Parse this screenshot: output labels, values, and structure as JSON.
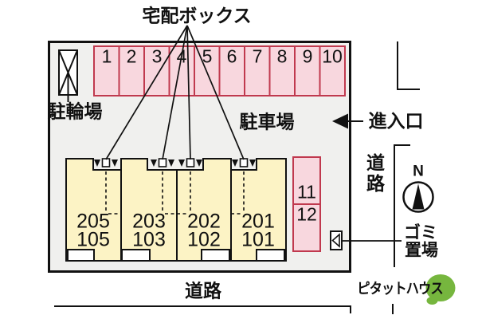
{
  "labels": {
    "delivery_box": "宅配ボックス",
    "bicycle_parking": "駐輪場",
    "parking_lot": "駐車場",
    "entrance": "進入口",
    "road_right": "道路",
    "road_bottom": "道路",
    "compass_north": "N",
    "garbage_line1": "ゴミ",
    "garbage_line2": "置場",
    "logo": "ピタットハウス"
  },
  "parking": {
    "top_row": [
      "1",
      "2",
      "3",
      "4",
      "5",
      "6",
      "7",
      "8",
      "9",
      "10"
    ],
    "side_column": [
      "11",
      "12"
    ]
  },
  "buildings": [
    {
      "upper": "205",
      "lower": "105"
    },
    {
      "upper": "203",
      "lower": "103"
    },
    {
      "upper": "202",
      "lower": "102"
    },
    {
      "upper": "201",
      "lower": "101"
    }
  ],
  "colors": {
    "plot_background": "#f0f0ee",
    "parking_fill": "#f8d7de",
    "parking_border": "#c0394e",
    "building_fill": "#fcf3c5",
    "outline": "#111111",
    "logo_green": "#76b63e"
  }
}
